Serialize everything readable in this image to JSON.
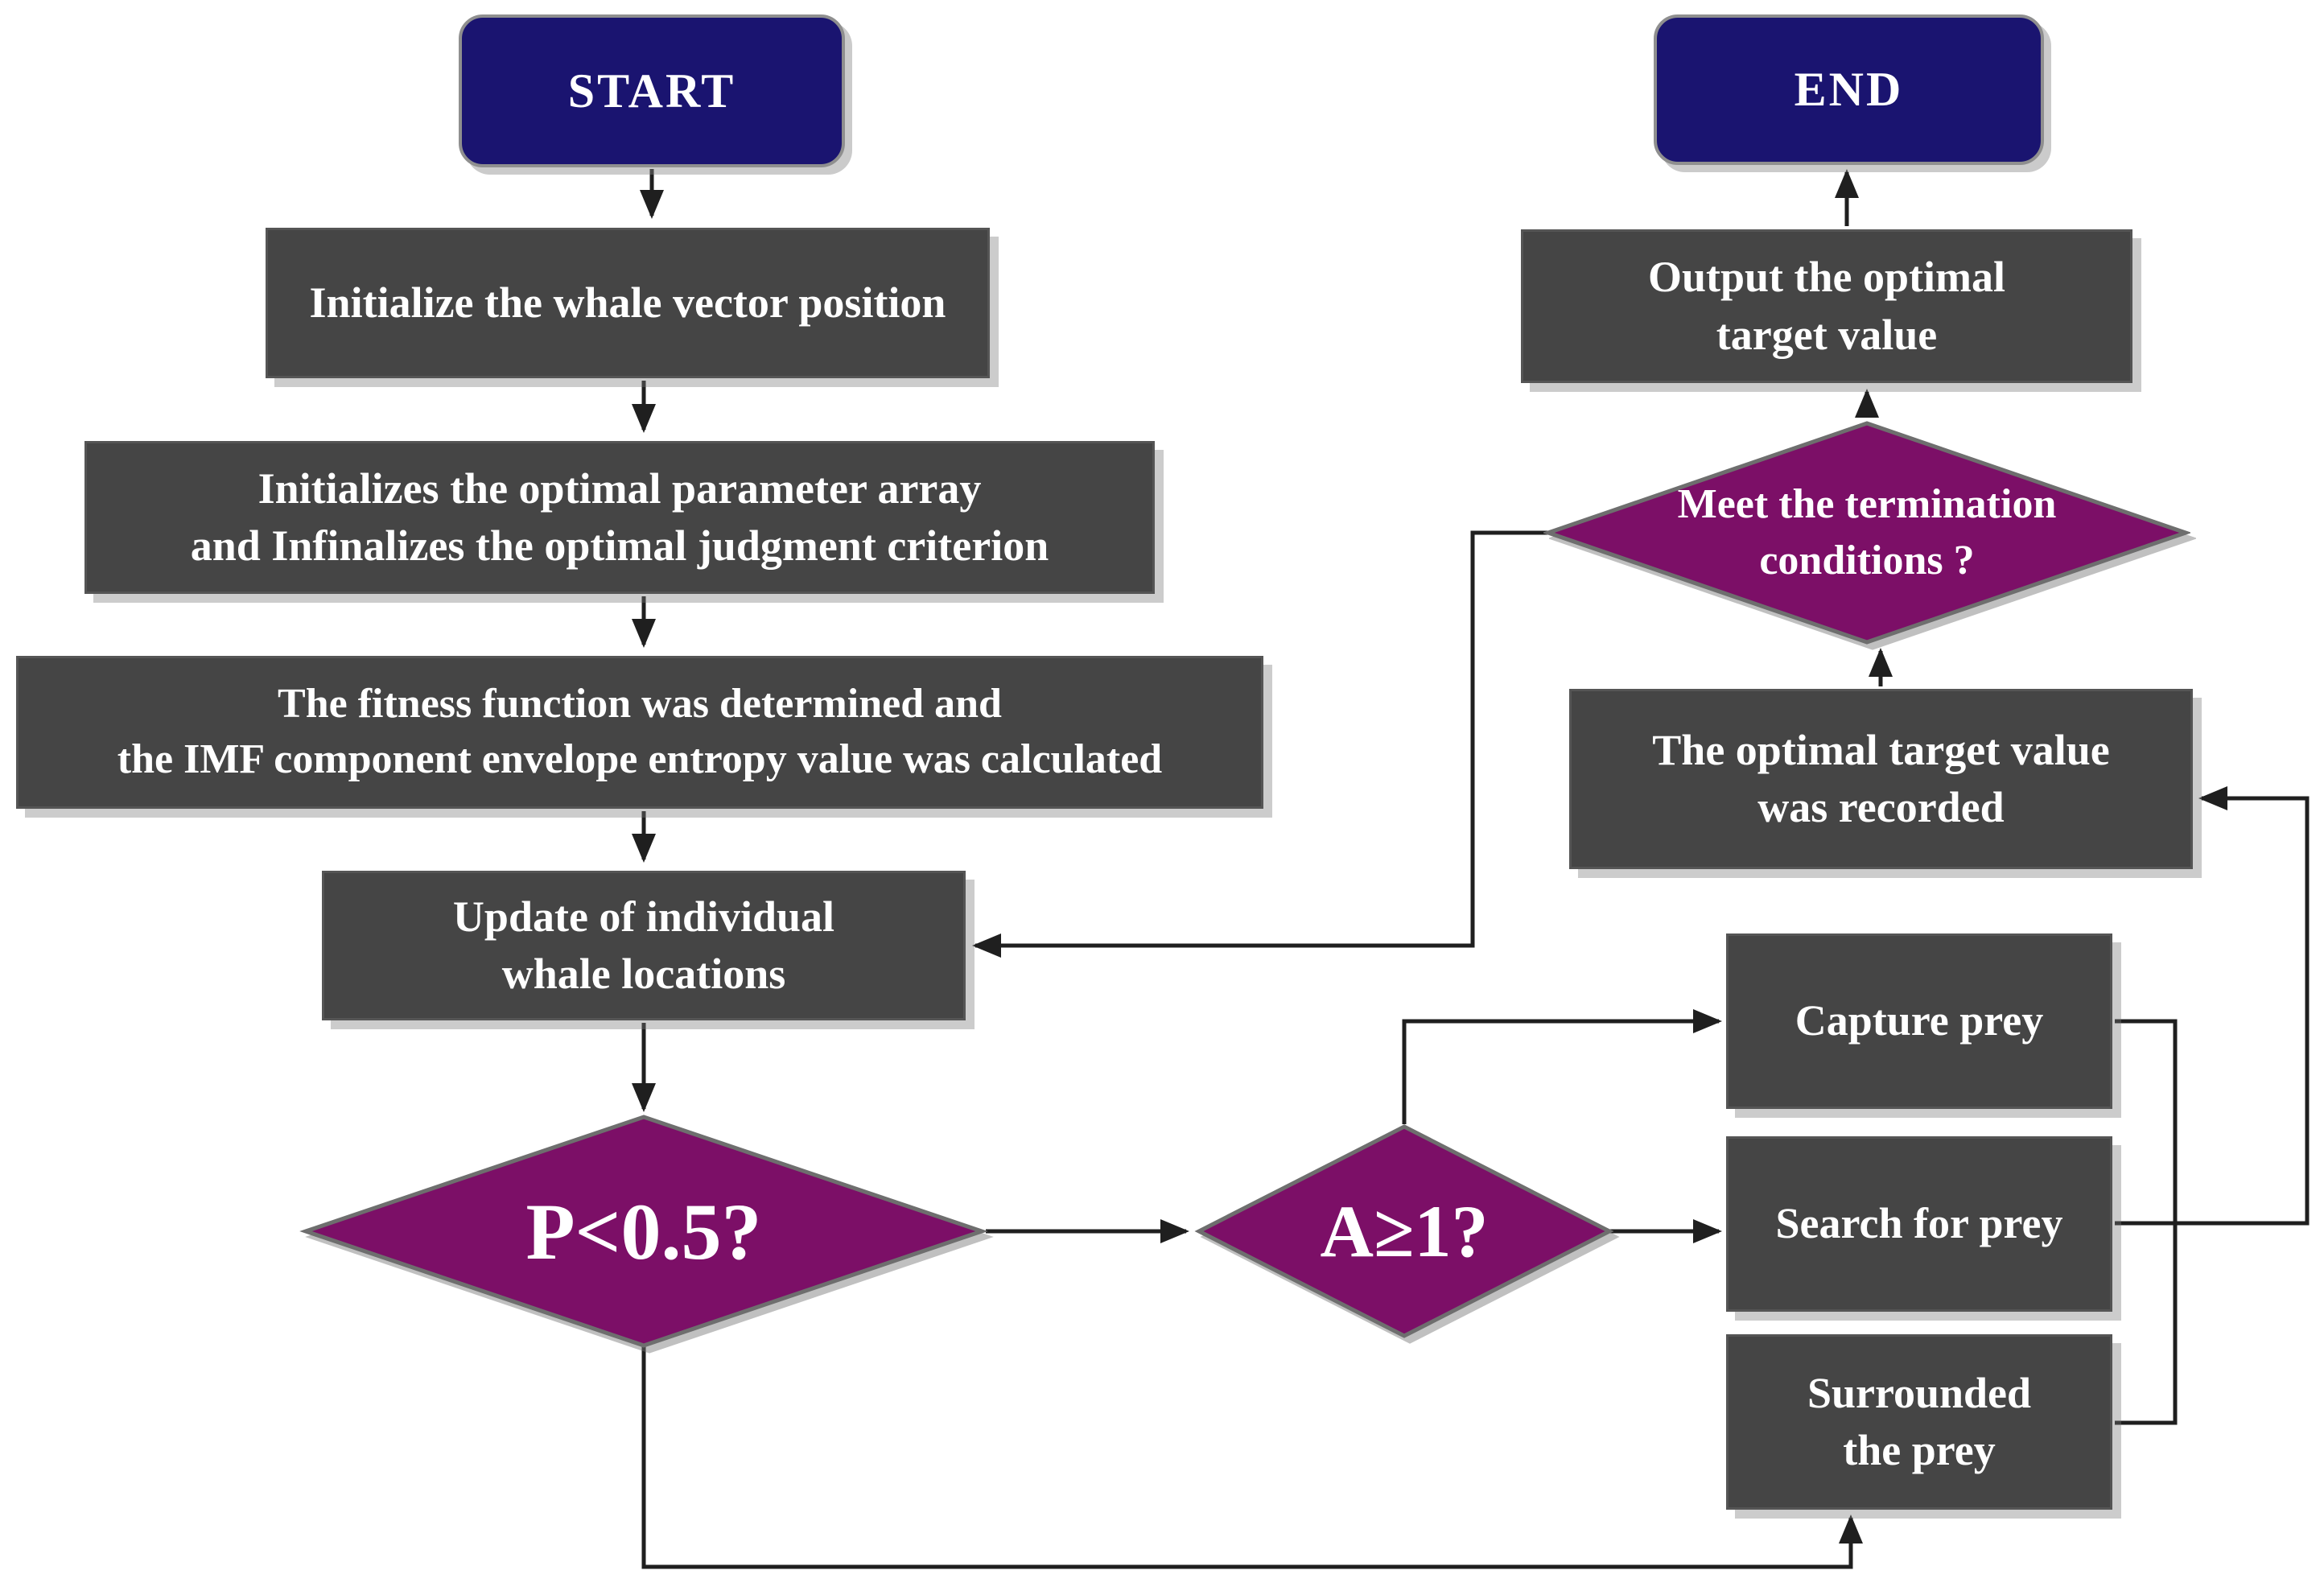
{
  "nodes": {
    "start": {
      "label": "START"
    },
    "init_position": {
      "label": "Initialize the whale vector position"
    },
    "init_params": {
      "label": "Initializes the optimal parameter array\nand Infinalizes the optimal judgment criterion"
    },
    "fitness": {
      "label": "The fitness function was determined and\nthe IMF component envelope entropy value was calculated"
    },
    "update": {
      "label": "Update of individual\nwhale locations"
    },
    "p_decision": {
      "label": "P<0.5?"
    },
    "a_decision": {
      "label": "A≥1?"
    },
    "capture": {
      "label": "Capture prey"
    },
    "search": {
      "label": "Search for prey"
    },
    "surrounded": {
      "label": "Surrounded\nthe prey"
    },
    "recorded": {
      "label": "The optimal target value\nwas recorded"
    },
    "termination": {
      "label": "Meet the termination\nconditions ?"
    },
    "output": {
      "label": "Output the optimal\ntarget value"
    },
    "end": {
      "label": "END"
    }
  },
  "colors": {
    "terminal_fill": "#1a1470",
    "process_fill": "#454545",
    "decision_fill": "#7c0f67",
    "connector": "#1f1f1f",
    "text": "#ffffff",
    "background": "#ffffff"
  }
}
